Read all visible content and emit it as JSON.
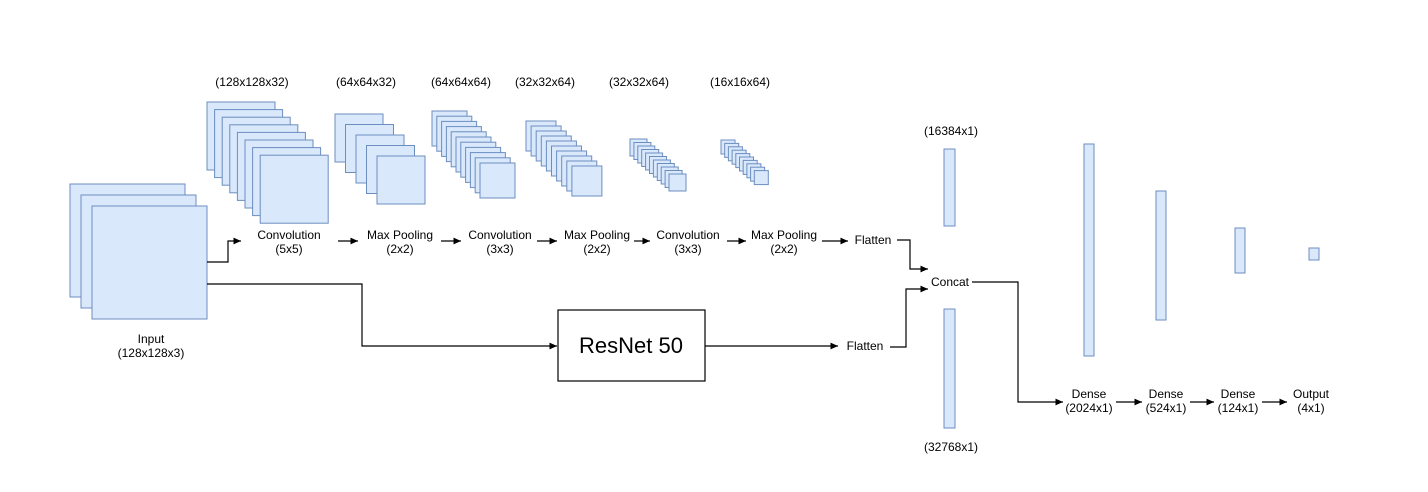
{
  "colors": {
    "feature_fill": "#dae8fc",
    "feature_stroke": "#6c8ebf",
    "line": "#000000",
    "background": "#ffffff"
  },
  "input": {
    "label": "Input",
    "dims": "(128x128x3)"
  },
  "stage_dims": [
    "(128x128x32)",
    "(64x64x32)",
    "(64x64x64)",
    "(32x32x64)",
    "(32x32x64)",
    "(16x16x64)"
  ],
  "stages": [
    {
      "name": "Convolution",
      "size": "(5x5)"
    },
    {
      "name": "Max Pooling",
      "size": "(2x2)"
    },
    {
      "name": "Convolution",
      "size": "(3x3)"
    },
    {
      "name": "Max Pooling",
      "size": "(2x2)"
    },
    {
      "name": "Convolution",
      "size": "(3x3)"
    },
    {
      "name": "Max Pooling",
      "size": "(2x2)"
    }
  ],
  "flatten_top": "Flatten",
  "resnet": "ResNet 50",
  "flatten_bottom": "Flatten",
  "concat": "Concat",
  "vector_top_dims": "(16384x1)",
  "vector_bottom_dims": "(32768x1)",
  "dense": [
    {
      "name": "Dense",
      "size": "(2024x1)"
    },
    {
      "name": "Dense",
      "size": "(524x1)"
    },
    {
      "name": "Dense",
      "size": "(124x1)"
    }
  ],
  "output": {
    "name": "Output",
    "size": "(4x1)"
  }
}
